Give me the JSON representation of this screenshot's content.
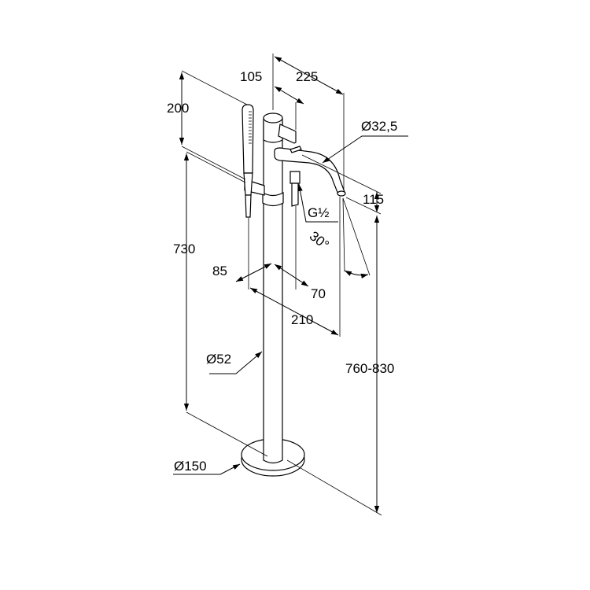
{
  "labels": {
    "d105": "105",
    "d225": "225",
    "d200": "200",
    "d32_5": "Ø32,5",
    "d115": "115",
    "thread": "G½",
    "angle": "30°",
    "d730": "730",
    "d85": "85",
    "d70": "70",
    "d210": "210",
    "d52": "Ø52",
    "d760_830": "760-830",
    "d150": "Ø150"
  }
}
